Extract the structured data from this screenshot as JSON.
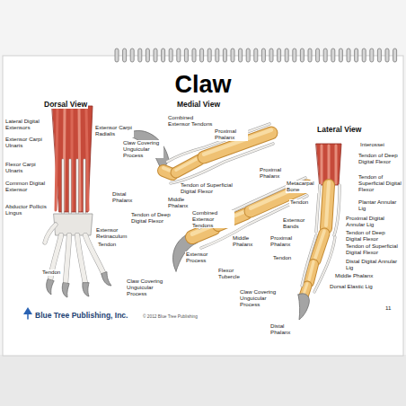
{
  "diagram": {
    "title": "Claw",
    "labels": [
      "Dorsal View",
      "Lateral Digital Extensors",
      "Extensor Carpi Ulnaris",
      "Flexor Carpi Ulnaris",
      "Common Digital Extensor",
      "Abductor Pollicis Lingus",
      "Extensor Carpi Radialis",
      "Extensor Retinaculum",
      "Tendon",
      "Tendon",
      "Claw Covering Unguicular Process",
      "Medial View",
      "Combined Extensor Tendons",
      "Proximal Phalanx",
      "Claw Covering Unguicular Process",
      "Tendon of Superficial Digital Flexor",
      "Distal Phalanx",
      "Middle Phalanx",
      "Tendon of Deep Digital Flexor",
      "Combined Extensor Tendons",
      "Proximal Phalanx",
      "Middle Phalanx",
      "Extensor Process",
      "Flexor Tubercle",
      "Claw Covering Unguicular Process",
      "Lateral View",
      "Interossei",
      "Tendon of Deep Digital Flexor",
      "Metacarpal Bone",
      "Tendon of Superficial Digital Flexor",
      "Tendon",
      "Plantar Annular Lig",
      "Extensor Bands",
      "Proximal Digital Annular Lig",
      "Proximal Phalanx",
      "Tendon of Deep Digital Flexor",
      "Tendon",
      "Tendon of Superficial Digital Flexor",
      "Distal Digital Annular Lig",
      "Middle Phalanx",
      "Dorsal Elastic Lig",
      "Distal Phalanx",
      "Blue Tree Publishing, Inc.",
      "© 2012 Blue Tree Publishing",
      "11"
    ]
  }
}
